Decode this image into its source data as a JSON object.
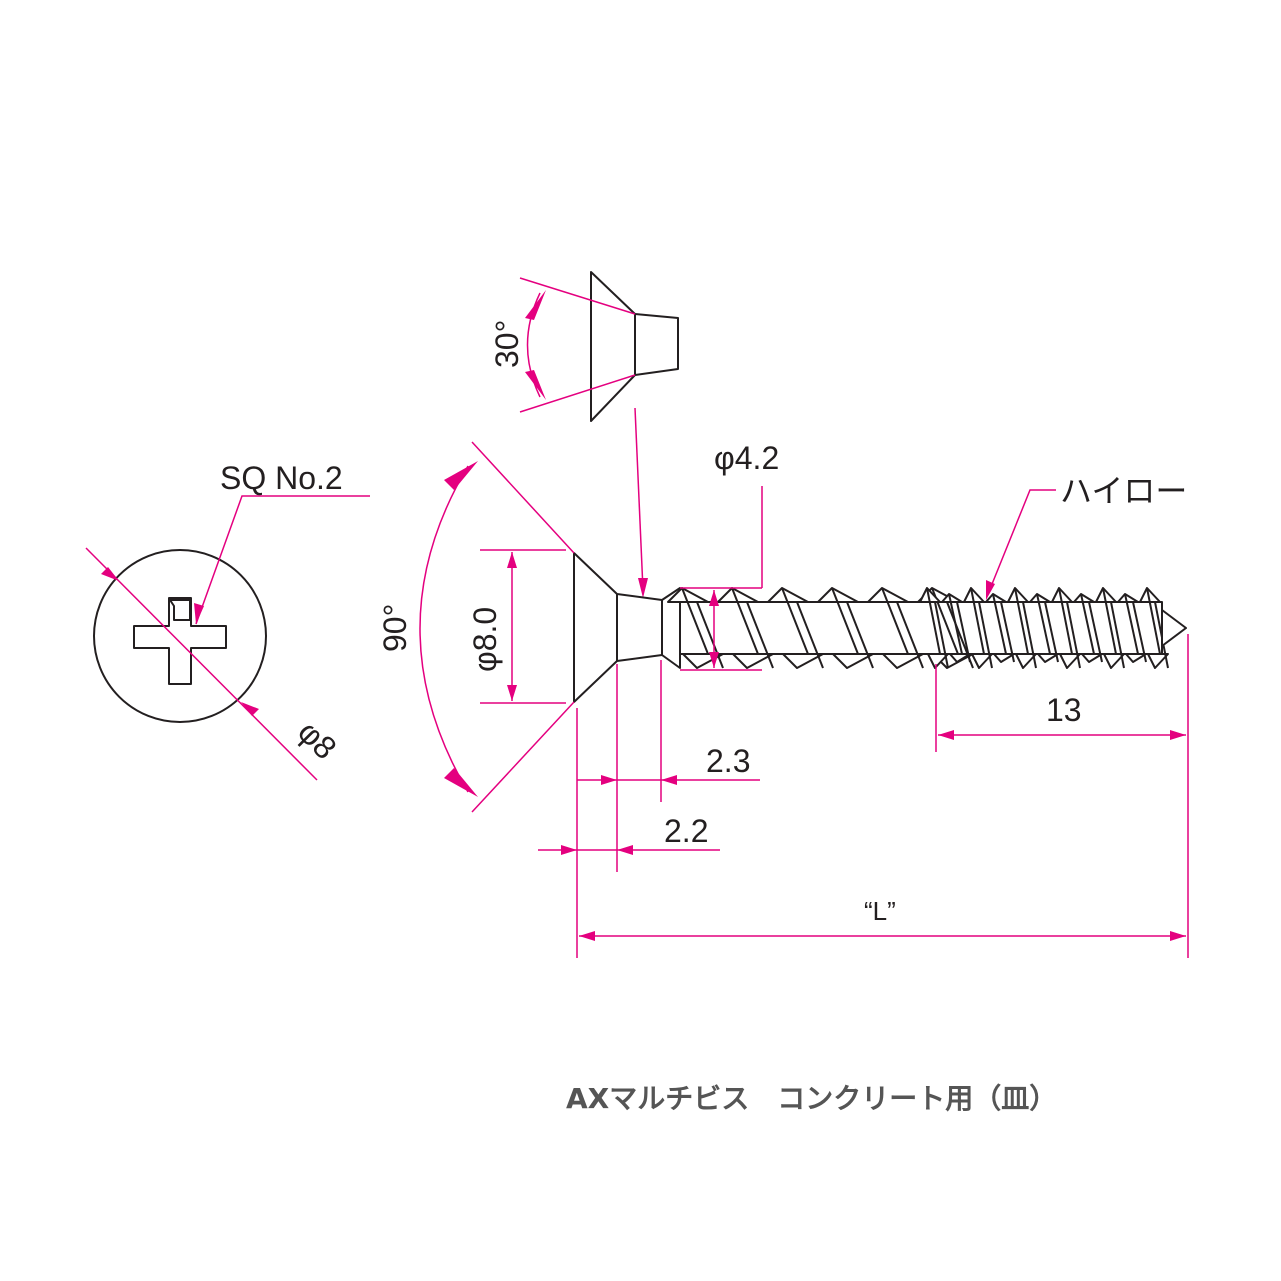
{
  "title": "AXマルチビス　コンクリート用（皿）",
  "labels": {
    "recess": "SQ No.2",
    "head_dia_topview": "φ8",
    "head_angle": "90°",
    "under_head_angle": "30°",
    "head_dia": "φ8.0",
    "shank_dia": "φ4.2",
    "thread_type": "ハイロー",
    "head_height_1": "2.3",
    "head_height_2": "2.2",
    "tip_length": "13",
    "length": "“L”"
  },
  "colors": {
    "dimension": "#e4007f",
    "outline": "#231f20",
    "caption": "#555555"
  }
}
